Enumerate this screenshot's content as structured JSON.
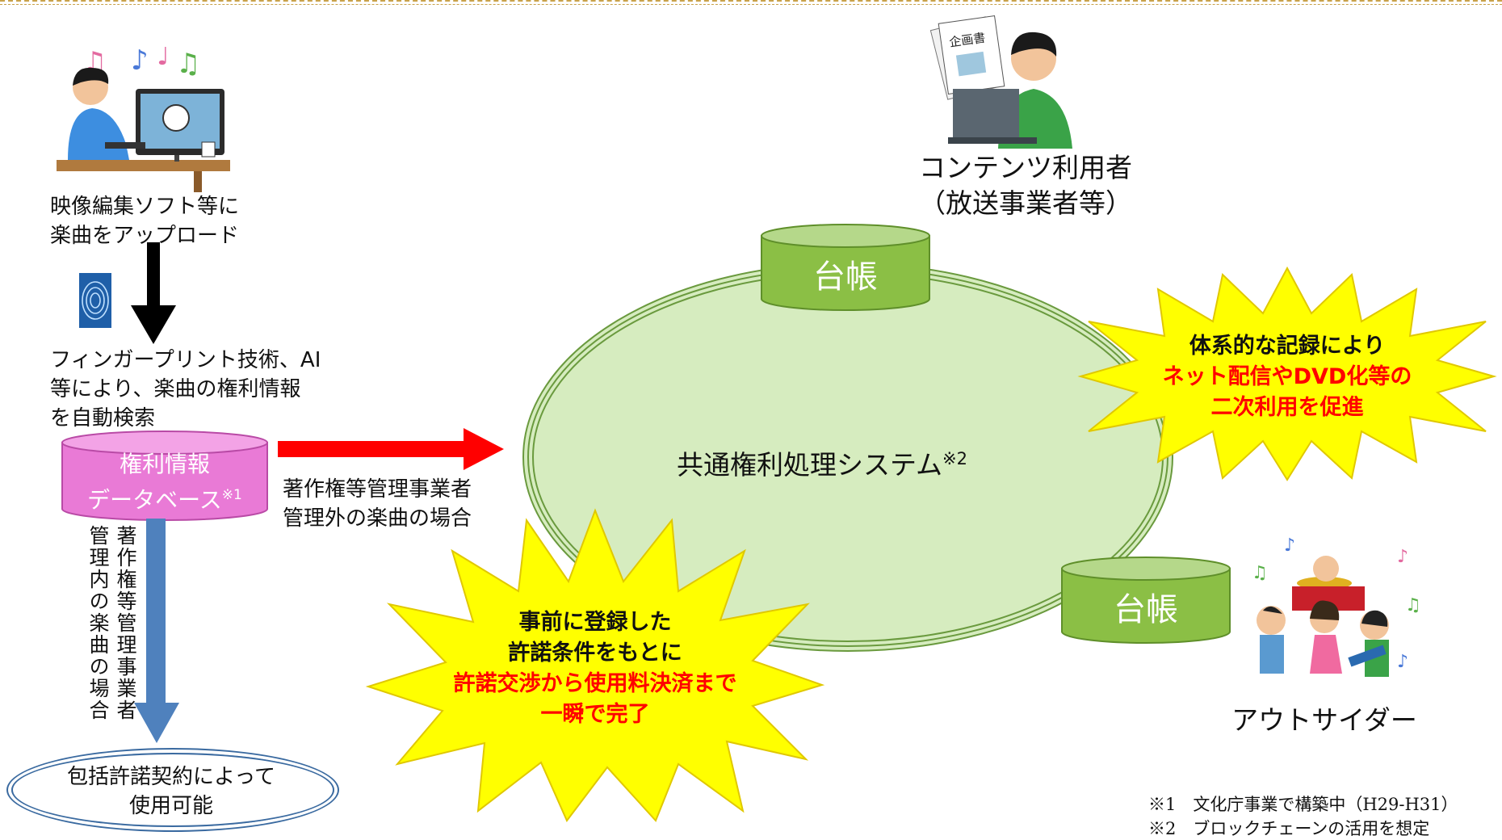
{
  "left": {
    "upload_line1": "映像編集ソフト等に",
    "upload_line2": "楽曲をアップロード",
    "search_line1": "フィンガープリント技術、AI",
    "search_line2": "等により、楽曲の権利情報",
    "search_line3": "を自動検索",
    "db_line1": "権利情報",
    "db_line2": "データベース",
    "db_note": "※1",
    "managed_col1": "著作権等管理事業者",
    "managed_col2": "管理内の楽曲の場合",
    "license_line1": "包括許諾契約によって",
    "license_line2": "使用可能"
  },
  "middle": {
    "unmanaged_line1": "著作権等管理事業者",
    "unmanaged_line2": "管理外の楽曲の場合",
    "system_label": "共通権利処理システム",
    "system_note": "※2",
    "ledger_top": "台帳",
    "ledger_bottom": "台帳"
  },
  "burst_left": {
    "line1": "事前に登録した",
    "line2": "許諾条件をもとに",
    "line3": "許諾交渉から使用料決済まで",
    "line4": "一瞬で完了"
  },
  "burst_right": {
    "line1": "体系的な記録により",
    "line2": "ネット配信やDVD化等の",
    "line3": "二次利用を促進"
  },
  "right": {
    "user_line1": "コンテンツ利用者",
    "user_line2": "（放送事業者等）",
    "outsider": "アウトサイダー",
    "book_label": "企画書"
  },
  "notes": {
    "note1": "※1　文化庁事業で構築中（H29-H31）",
    "note2": "※2　ブロックチェーンの活用を想定"
  },
  "colors": {
    "db_pink": "#e97ad6",
    "ledger_green": "#8bbf45",
    "system_fill": "#d6ecbf",
    "burst_yellow": "#ffff00",
    "arrow_red": "#ff0000",
    "arrow_blue": "#4f81bd"
  }
}
